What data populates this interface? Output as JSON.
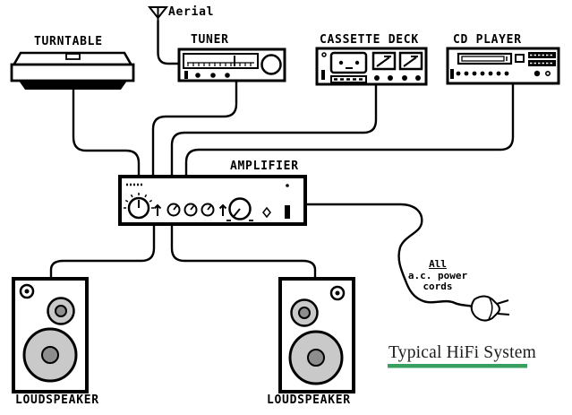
{
  "labels": {
    "turntable": "TURNTABLE",
    "aerial": "Aerial",
    "tuner": "TUNER",
    "cassette_deck": "CASSETTE DECK",
    "cd_player": "CD PLAYER",
    "amplifier": "AMPLIFIER",
    "loudspeaker_left": "LOUDSPEAKER",
    "loudspeaker_right": "LOUDSPEAKER",
    "power_note_line1": "All",
    "power_note_line2": "a.c. power",
    "power_note_line3": "cords",
    "caption": "Typical HiFi System"
  },
  "colors": {
    "line": "#000000",
    "background": "#ffffff",
    "speaker_cone_gray": "#c9c9c9",
    "speaker_cap_gray": "#8d8d8d",
    "caption_underline_green": "#37a060",
    "caption_text": "#1b1b1b"
  },
  "connections": [
    {
      "from": "aerial",
      "to": "tuner"
    },
    {
      "from": "turntable",
      "to": "amplifier"
    },
    {
      "from": "tuner",
      "to": "amplifier"
    },
    {
      "from": "cassette_deck",
      "to": "amplifier"
    },
    {
      "from": "cd_player",
      "to": "amplifier"
    },
    {
      "from": "amplifier",
      "to": "loudspeaker_left"
    },
    {
      "from": "amplifier",
      "to": "loudspeaker_right"
    },
    {
      "from": "amplifier",
      "to": "mains_plug",
      "note": "All a.c. power cords"
    }
  ]
}
